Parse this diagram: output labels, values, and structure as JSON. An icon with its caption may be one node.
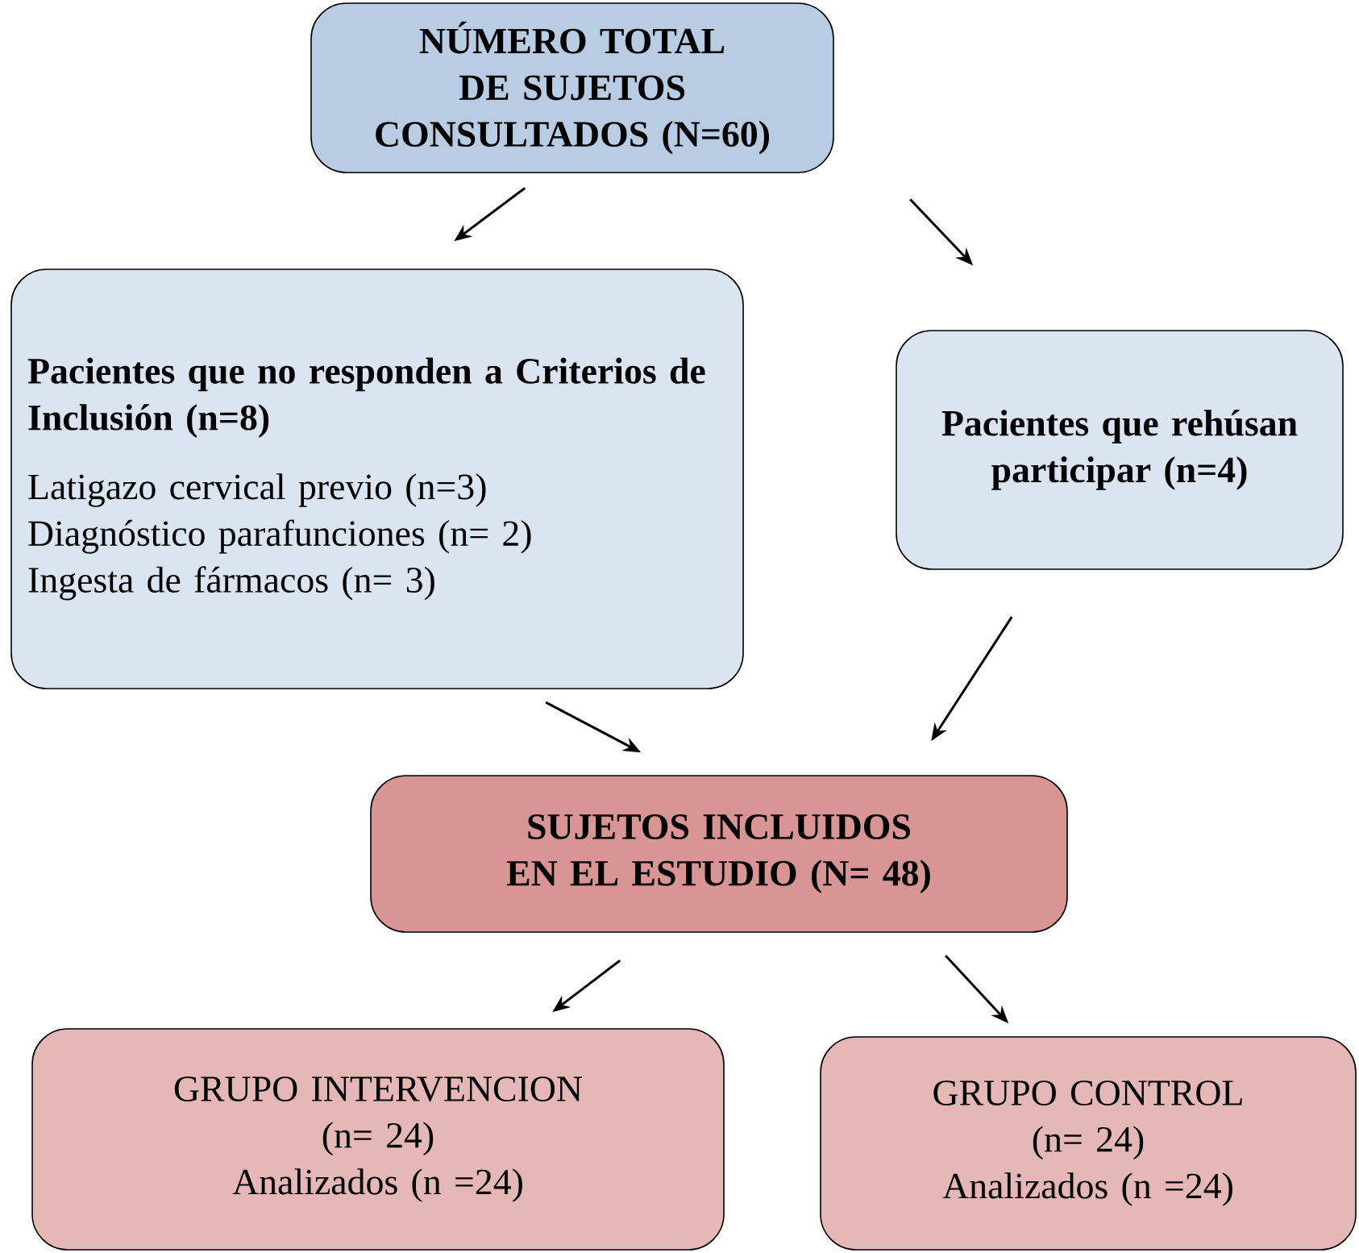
{
  "diagram": {
    "nodes": [
      {
        "text": [
          "NÚMERO TOTAL DE SUJETOS CONSULTADOS (N=60)"
        ]
      },
      {
        "text": [
          "Pacientes que no responden a Criterios de Inclusión (n=8)",
          "Latigazo cervical previo (n=3)",
          "Diagnóstico parafunciones (n= 2)",
          "Ingesta de fármacos (n= 3)"
        ]
      },
      {
        "text": [
          "Pacientes que rehúsan participar (n=4)"
        ]
      },
      {
        "text": [
          "SUJETOS INCLUIDOS EN EL ESTUDIO (N= 48)"
        ]
      },
      {
        "text": [
          "GRUPO INTERVENCION",
          "(n= 24)",
          "Analizados (n =24)"
        ]
      },
      {
        "text": [
          "GRUPO CONTROL",
          "(n= 24)",
          "Analizados (n =24)"
        ]
      }
    ],
    "edges": [
      {
        "from": 0,
        "to": 1,
        "arrow": "to"
      },
      {
        "from": 0,
        "to": 2,
        "arrow": "to"
      },
      {
        "from": 1,
        "to": 3,
        "arrow": "to"
      },
      {
        "from": 2,
        "to": 3,
        "arrow": "to"
      },
      {
        "from": 3,
        "to": 4,
        "arrow": "to"
      },
      {
        "from": 3,
        "to": 5,
        "arrow": "to"
      }
    ]
  }
}
